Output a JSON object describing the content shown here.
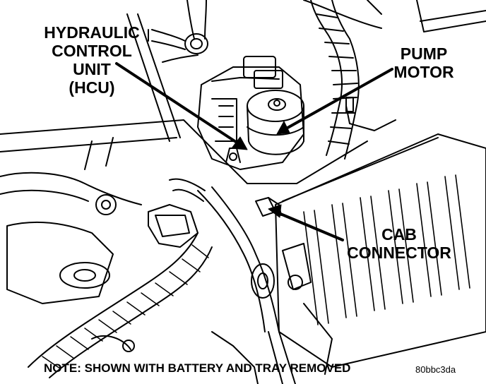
{
  "callouts": {
    "hcu": {
      "line1": "HYDRAULIC",
      "line2": "CONTROL",
      "line3": "UNIT",
      "line4": "(HCU)"
    },
    "pump": {
      "line1": "PUMP",
      "line2": "MOTOR"
    },
    "cab": {
      "line1": "CAB",
      "line2": "CONNECTOR"
    }
  },
  "note": "NOTE: SHOWN WITH BATTERY AND TRAY REMOVED",
  "figure_code": "80bbc3da"
}
